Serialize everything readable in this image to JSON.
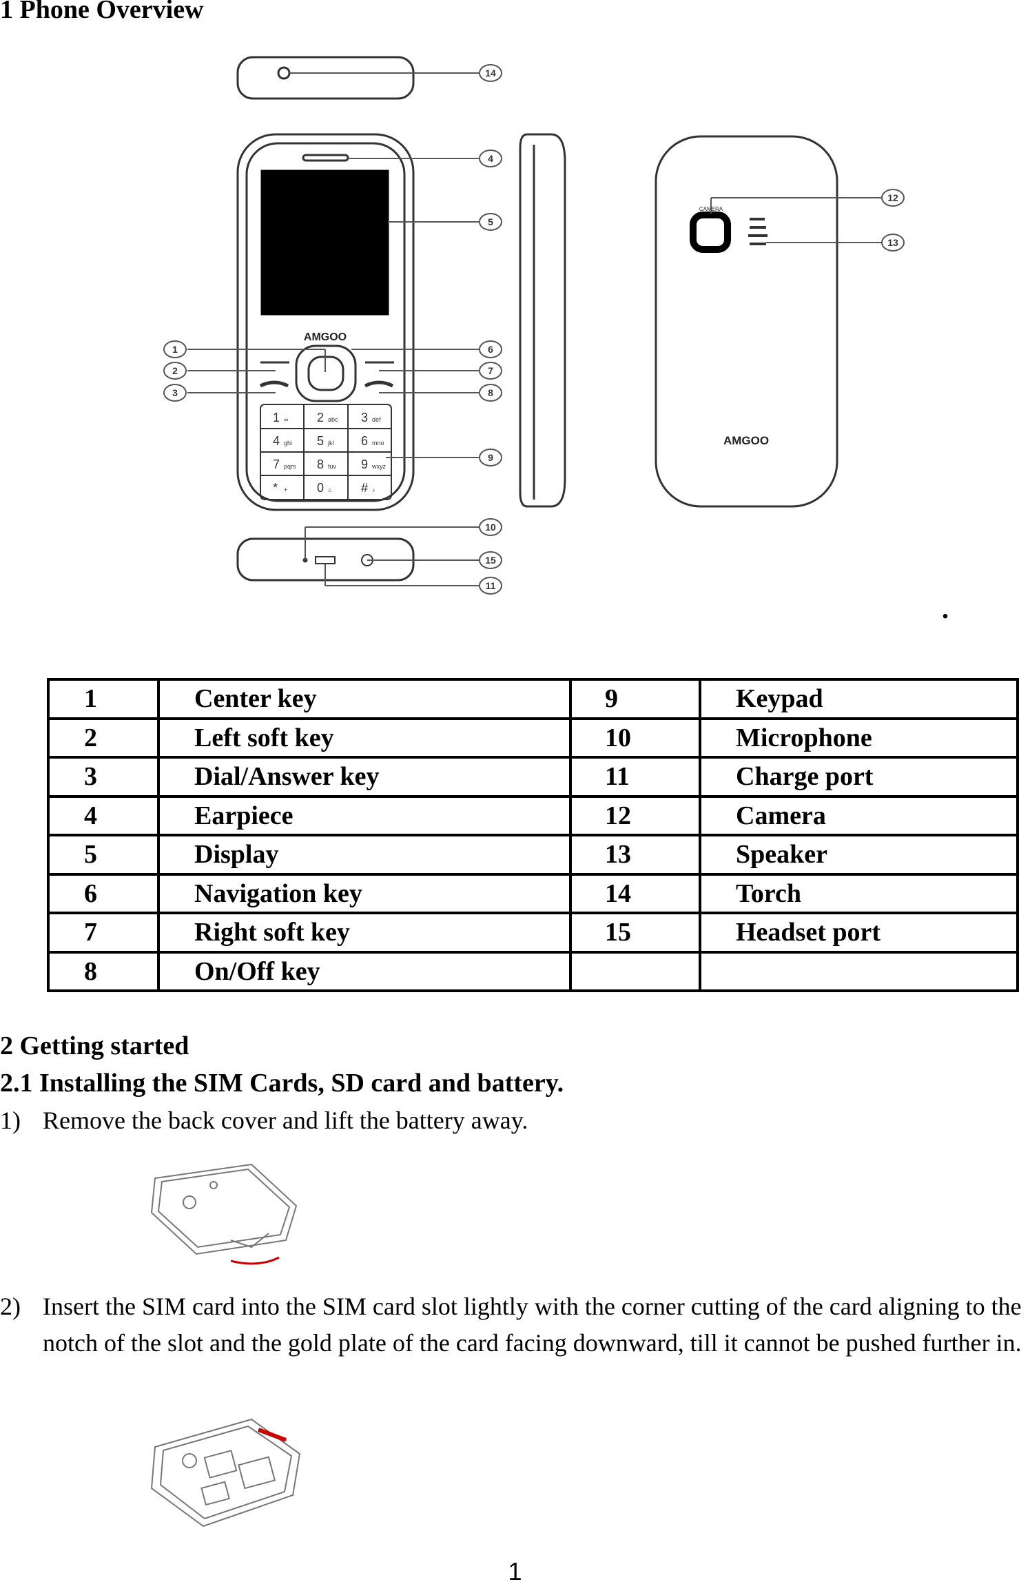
{
  "section1": {
    "title": "1 Phone Overview"
  },
  "diagram": {
    "front_brand": "AMGOO",
    "back_brand": "AMGOO",
    "camera_label": "CAMERA",
    "callouts": [
      "1",
      "2",
      "3",
      "4",
      "5",
      "6",
      "7",
      "8",
      "9",
      "10",
      "11",
      "12",
      "13",
      "14",
      "15"
    ],
    "keys": [
      {
        "main": "1",
        "sub": "∞"
      },
      {
        "main": "2",
        "sub": "abc"
      },
      {
        "main": "3",
        "sub": "def"
      },
      {
        "main": "4",
        "sub": "ghi"
      },
      {
        "main": "5",
        "sub": "jkl"
      },
      {
        "main": "6",
        "sub": "mno"
      },
      {
        "main": "7",
        "sub": "pqrs"
      },
      {
        "main": "8",
        "sub": "tuv"
      },
      {
        "main": "9",
        "sub": "wxyz"
      },
      {
        "main": "*",
        "sub": "+"
      },
      {
        "main": "0",
        "sub": "⌂"
      },
      {
        "main": "#",
        "sub": "♪"
      }
    ]
  },
  "parts_table": {
    "rows": [
      {
        "n1": "1",
        "name1": "Center key",
        "n2": "9",
        "name2": "Keypad"
      },
      {
        "n1": "2",
        "name1": "Left soft key",
        "n2": "10",
        "name2": "Microphone"
      },
      {
        "n1": "3",
        "name1": "Dial/Answer key",
        "n2": "11",
        "name2": "Charge port"
      },
      {
        "n1": "4",
        "name1": "Earpiece",
        "n2": "12",
        "name2": "Camera"
      },
      {
        "n1": "5",
        "name1": "Display",
        "n2": "13",
        "name2": "Speaker"
      },
      {
        "n1": "6",
        "name1": "Navigation key",
        "n2": "14",
        "name2": "Torch"
      },
      {
        "n1": "7",
        "name1": "Right soft key",
        "n2": "15",
        "name2": "Headset port"
      },
      {
        "n1": "8",
        "name1": "On/Off key",
        "n2": "",
        "name2": ""
      }
    ]
  },
  "section2": {
    "title": "2 Getting started",
    "sub_title": "2.1 Installing the SIM Cards, SD card and battery.",
    "steps": [
      {
        "num": "1)",
        "text": "Remove the back cover and lift the battery away."
      },
      {
        "num": "2)",
        "text": "Insert the SIM card into the SIM card slot lightly with the corner cutting of the card aligning to the notch of the slot and the gold plate of the card facing downward, till it cannot be pushed further in."
      }
    ]
  },
  "page_number": "1"
}
